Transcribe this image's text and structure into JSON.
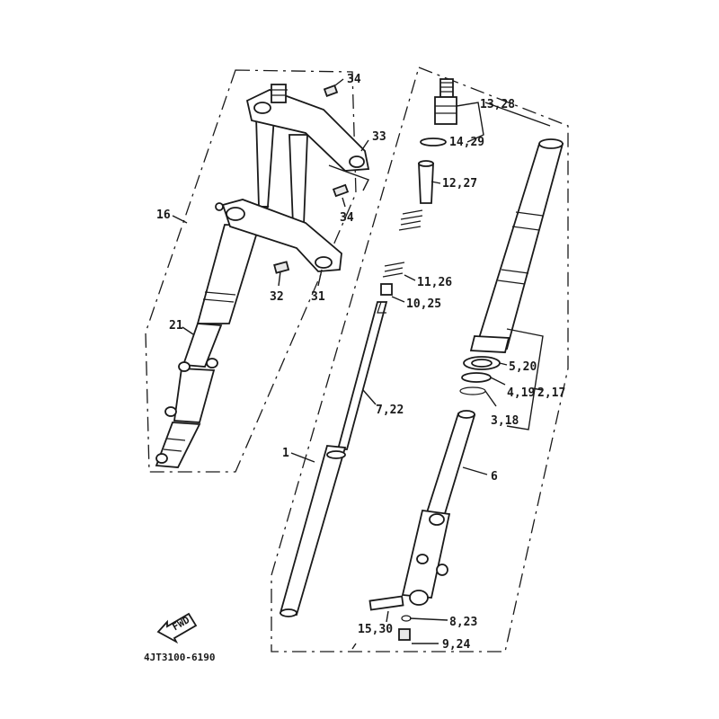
{
  "diagram": {
    "drawing_code": "4JT3100-6190",
    "fwd_badge": "FWD",
    "callouts": {
      "c34a": "34",
      "c33": "33",
      "c34b": "34",
      "c16": "16",
      "c32": "32",
      "c31": "31",
      "c21": "21",
      "c13_28": "13,28",
      "c14_29": "14,29",
      "c12_27": "12,27",
      "c11_26": "11,26",
      "c10_25": "10,25",
      "c7_22": "7,22",
      "c1": "1",
      "c5_20": "5,20",
      "c4_19": "4,19",
      "c2_17": "2,17",
      "c3_18": "3,18",
      "c6": "6",
      "c8_23": "8,23",
      "c15_30": "15,30",
      "c9_24": "9,24"
    }
  }
}
